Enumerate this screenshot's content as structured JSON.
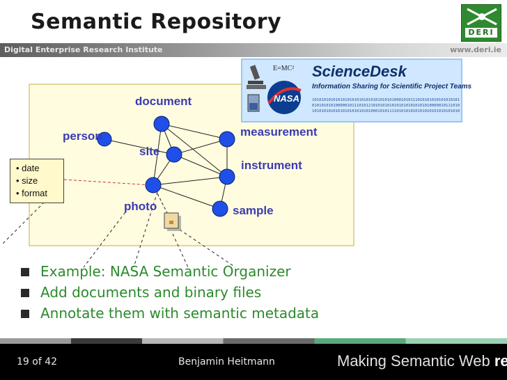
{
  "slide": {
    "title": "Semantic Repository",
    "institute": "Digital Enterprise Research Institute",
    "url": "www.deri.ie",
    "logo_text": "DERI"
  },
  "colors": {
    "title": "#1a1a1a",
    "bullet_text": "#2b8a2b",
    "node_label": "#3b3bb0",
    "node_fill": "#1f4fe8",
    "diagram_bg": "#fffce0",
    "footer_bg": "#000000"
  },
  "diagram": {
    "nodes": {
      "document": "document",
      "person": "person",
      "site": "site",
      "measurement": "measurement",
      "instrument": "instrument",
      "photo": "photo",
      "sample": "sample"
    },
    "metadata": [
      "date",
      "size",
      "format"
    ]
  },
  "sciencedesk": {
    "title": "ScienceDesk",
    "subtitle": "Information Sharing for Scientific Project Teams",
    "equation": "E=MC²",
    "binary": [
      "1010101010101010101010101010101010100010101110101010101010101010",
      "0101010101000001011101012101010101010101010101010100000101110101",
      "1010101010101010101010101000101011110101010101010101010101010101"
    ]
  },
  "bullets": [
    "Example: NASA Semantic Organizer",
    "Add documents and binary files",
    "Annotate them with semantic metadata"
  ],
  "footer": {
    "page": "19 of 42",
    "author": "Benjamin Heitmann",
    "tagline_prefix": "Making Semantic Web ",
    "tagline_emphasis": "real."
  }
}
